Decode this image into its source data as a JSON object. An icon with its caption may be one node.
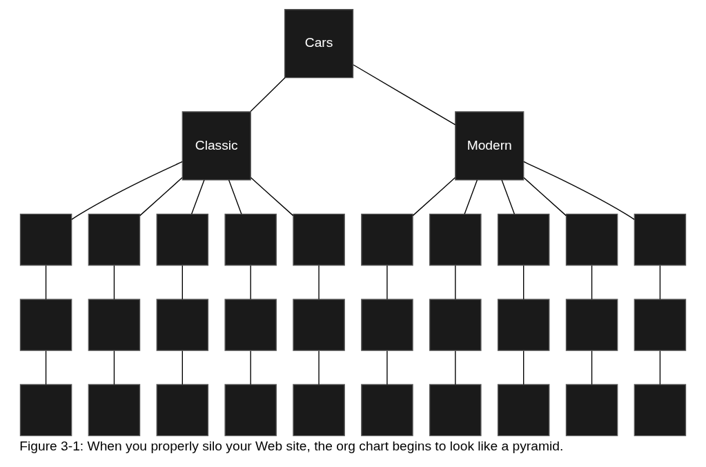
{
  "diagram": {
    "caption": "Figure 3-1: When you properly silo your Web site, the org chart begins to look like a pyramid.",
    "nodes": [
      {
        "text": [
          "Cars"
        ]
      },
      {
        "text": [
          "Classic"
        ]
      },
      {
        "text": [
          "Modern"
        ]
      },
      {
        "text": [],
        "shape": "box"
      },
      {
        "text": [],
        "shape": "box"
      },
      {
        "text": [],
        "shape": "box"
      },
      {
        "text": [],
        "shape": "box"
      },
      {
        "text": [],
        "shape": "box"
      },
      {
        "text": [],
        "shape": "box"
      },
      {
        "text": [],
        "shape": "box"
      },
      {
        "text": [],
        "shape": "box"
      },
      {
        "text": [],
        "shape": "box"
      },
      {
        "text": [],
        "shape": "box"
      },
      {
        "text": [],
        "shape": "box"
      },
      {
        "text": [],
        "shape": "box"
      },
      {
        "text": [],
        "shape": "box"
      },
      {
        "text": [],
        "shape": "box"
      },
      {
        "text": [],
        "shape": "box"
      },
      {
        "text": [],
        "shape": "box"
      },
      {
        "text": [],
        "shape": "box"
      },
      {
        "text": [],
        "shape": "box"
      },
      {
        "text": [],
        "shape": "box"
      },
      {
        "text": [],
        "shape": "box"
      },
      {
        "text": [],
        "shape": "box"
      },
      {
        "text": [],
        "shape": "box"
      },
      {
        "text": [],
        "shape": "box"
      },
      {
        "text": [],
        "shape": "box"
      },
      {
        "text": [],
        "shape": "box"
      },
      {
        "text": [],
        "shape": "box"
      },
      {
        "text": [],
        "shape": "box"
      },
      {
        "text": [],
        "shape": "box"
      },
      {
        "text": [],
        "shape": "box"
      },
      {
        "text": [],
        "shape": "box"
      }
    ],
    "edges": [
      {
        "from": 0,
        "to": 1,
        "arrow": "none"
      },
      {
        "from": 0,
        "to": 2,
        "arrow": "none"
      },
      {
        "from": 1,
        "to": 3,
        "arrow": "none"
      },
      {
        "from": 1,
        "to": 4,
        "arrow": "none"
      },
      {
        "from": 1,
        "to": 5,
        "arrow": "none"
      },
      {
        "from": 1,
        "to": 6,
        "arrow": "none"
      },
      {
        "from": 1,
        "to": 7,
        "arrow": "none"
      },
      {
        "from": 2,
        "to": 8,
        "arrow": "none"
      },
      {
        "from": 2,
        "to": 9,
        "arrow": "none"
      },
      {
        "from": 2,
        "to": 10,
        "arrow": "none"
      },
      {
        "from": 2,
        "to": 11,
        "arrow": "none"
      },
      {
        "from": 2,
        "to": 12,
        "arrow": "none"
      },
      {
        "from": 3,
        "to": 13,
        "arrow": "none"
      },
      {
        "from": 4,
        "to": 14,
        "arrow": "none"
      },
      {
        "from": 5,
        "to": 15,
        "arrow": "none"
      },
      {
        "from": 6,
        "to": 16,
        "arrow": "none"
      },
      {
        "from": 7,
        "to": 17,
        "arrow": "none"
      },
      {
        "from": 8,
        "to": 18,
        "arrow": "none"
      },
      {
        "from": 9,
        "to": 19,
        "arrow": "none"
      },
      {
        "from": 10,
        "to": 20,
        "arrow": "none"
      },
      {
        "from": 11,
        "to": 21,
        "arrow": "none"
      },
      {
        "from": 12,
        "to": 22,
        "arrow": "none"
      },
      {
        "from": 13,
        "to": 23,
        "arrow": "none"
      },
      {
        "from": 14,
        "to": 24,
        "arrow": "none"
      },
      {
        "from": 15,
        "to": 25,
        "arrow": "none"
      },
      {
        "from": 16,
        "to": 26,
        "arrow": "none"
      },
      {
        "from": 17,
        "to": 27,
        "arrow": "none"
      },
      {
        "from": 18,
        "to": 28,
        "arrow": "none"
      },
      {
        "from": 19,
        "to": 29,
        "arrow": "none"
      },
      {
        "from": 20,
        "to": 30,
        "arrow": "none"
      },
      {
        "from": 21,
        "to": 31,
        "arrow": "none"
      },
      {
        "from": 22,
        "to": 32,
        "arrow": "none"
      }
    ]
  }
}
